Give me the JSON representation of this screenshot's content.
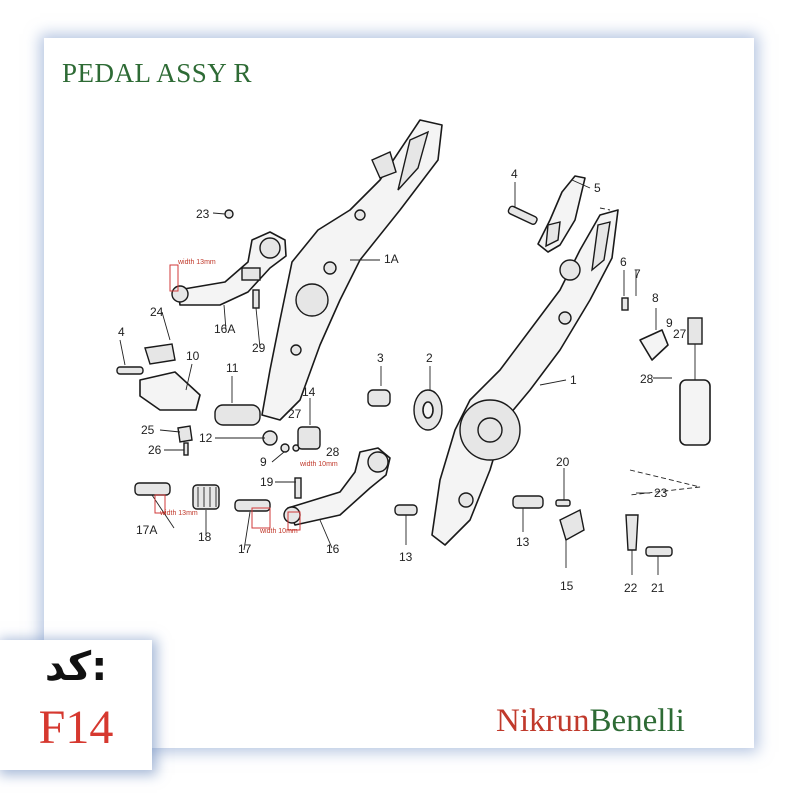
{
  "title": "PEDAL ASSY R",
  "labels": {
    "l1": "1",
    "l1a": "1A",
    "l2": "2",
    "l3": "3",
    "l4a": "4",
    "l4b": "4",
    "l5": "5",
    "l6": "6",
    "l7": "7",
    "l8": "8",
    "l9a": "9",
    "l9b": "9",
    "l10": "10",
    "l11": "11",
    "l12": "12",
    "l13a": "13",
    "l13b": "13",
    "l14": "14",
    "l15": "15",
    "l16": "16",
    "l16a": "16A",
    "l17": "17",
    "l17a": "17A",
    "l18": "18",
    "l19": "19",
    "l20": "20",
    "l21": "21",
    "l22": "22",
    "l23a": "23",
    "l23b": "23",
    "l24": "24",
    "l25": "25",
    "l26": "26",
    "l27a": "27",
    "l27b": "27",
    "l28a": "28",
    "l28b": "28",
    "l29": "29"
  },
  "dims": {
    "w13a": "width 13mm",
    "w13b": "width 13mm",
    "w10a": "width 10mm",
    "w10b": "width 10mm"
  },
  "brand": {
    "part1": "Nikrun",
    "part2": "Benelli"
  },
  "code": {
    "label": "کد:",
    "value": "F14"
  },
  "colors": {
    "title": "#2e6b35",
    "brand_red": "#c0392b",
    "brand_green": "#2e6b35",
    "code": "#d6382f",
    "card_glow": "#7896c8"
  }
}
